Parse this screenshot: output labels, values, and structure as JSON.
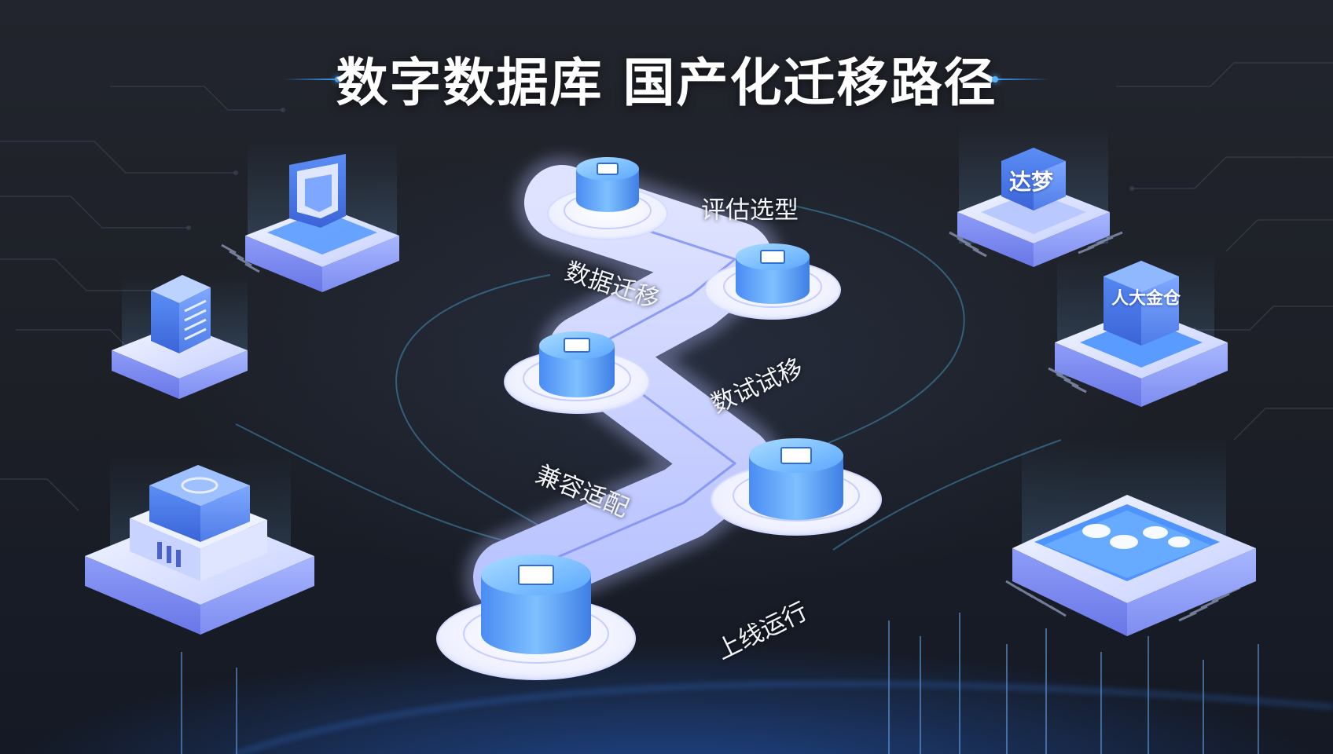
{
  "title": "数字数据库 国产化迁移路径",
  "steps": [
    {
      "label": "评估选型"
    },
    {
      "label": "数据迁移"
    },
    {
      "label": "数试试移"
    },
    {
      "label": "兼容适配"
    },
    {
      "label": "上线运行"
    }
  ],
  "brands": {
    "dameng": "达梦",
    "kingbase": "人大金仓"
  },
  "colors": {
    "background": "#1b1e25",
    "accent": "#3aa0ff",
    "path": "#c9d2ff",
    "node": "#4c9bff",
    "platform": "#e6ebff"
  }
}
